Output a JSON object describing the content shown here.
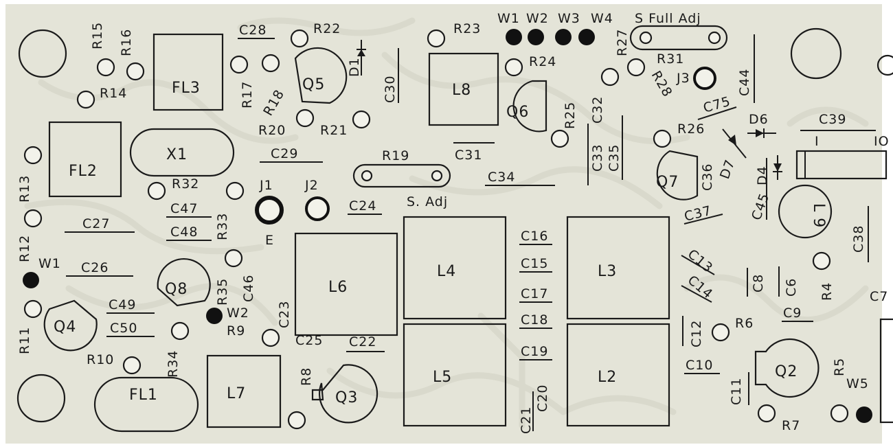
{
  "board": {
    "colors": {
      "board": "#e4e4d8",
      "ink": "#1a1a1a",
      "trace": "#d9d9cc",
      "pad": "#f2f2ea",
      "background": "#ffffff"
    },
    "jumper_labels": {
      "w1": "W1",
      "w2": "W2",
      "w3": "W3",
      "w4": "W4"
    },
    "header_text": "S Full Adj",
    "transistors": {
      "q2": "Q2",
      "q3": "Q3",
      "q4": "Q4",
      "q5": "Q5",
      "q6": "Q6",
      "q7": "Q7",
      "q8": "Q8"
    },
    "filters": {
      "fl1": "FL1",
      "fl2": "FL2",
      "fl3": "FL3",
      "x1": "X1"
    },
    "inductors": {
      "l2": "L2",
      "l3": "L3",
      "l4": "L4",
      "l5": "L5",
      "l6": "L6",
      "l7": "L7",
      "l8": "L8",
      "l9": "L 9"
    },
    "resistors": {
      "r4": "R4",
      "r5": "R5",
      "r6": "R6",
      "r7": "R7",
      "r8": "R8",
      "r9": "R9",
      "r10": "R10",
      "r11": "R11",
      "r12": "R12",
      "r13": "R13",
      "r14": "R14",
      "r15": "R15",
      "r16": "R16",
      "r17": "R17",
      "r18": "R18",
      "r19": "R19",
      "r20": "R20",
      "r21": "R21",
      "r22": "R22",
      "r23": "R23",
      "r24": "R24",
      "r25": "R25",
      "r26": "R26",
      "r27": "R27",
      "r28": "R28",
      "r31": "R31",
      "r32": "R32",
      "r33": "R33",
      "r34": "R34",
      "r35": "R35"
    },
    "capacitors": {
      "c6": "C6",
      "c7": "C7",
      "c8": "C8",
      "c9": "C9",
      "c10": "C10",
      "c11": "C11",
      "c12": "C12",
      "c13": "C13",
      "c14": "C14",
      "c15": "C15",
      "c16": "C16",
      "c17": "C17",
      "c18": "C18",
      "c19": "C19",
      "c20": "C20",
      "c21": "C21",
      "c22": "C22",
      "c23": "C23",
      "c24": "C24",
      "c25": "C25",
      "c26": "C26",
      "c27": "C27",
      "c28": "C28",
      "c29": "C29",
      "c30": "C30",
      "c31": "C31",
      "c32": "C32",
      "c33": "C33",
      "c34": "C34",
      "c35": "C35",
      "c36": "C36",
      "c37": "C37",
      "c38": "C38",
      "c39": "C39",
      "c44": "C44",
      "c45": "C45",
      "c46": "C46",
      "c47": "C47",
      "c48": "C48",
      "c49": "C49",
      "c50": "C50",
      "c75": "C75"
    },
    "diodes": {
      "d1": "D1",
      "d4": "D4",
      "d6": "D6",
      "d7": "D7"
    },
    "test_points": {
      "j1": "J1",
      "j2": "J2",
      "j3": "J3",
      "e": "E"
    },
    "wire_points": {
      "w1": "W1",
      "w2": "W2",
      "w5": "W5"
    },
    "adjust_label": "S. Adj",
    "c39_pins": {
      "pin1": "I",
      "pin10": "IO"
    }
  }
}
